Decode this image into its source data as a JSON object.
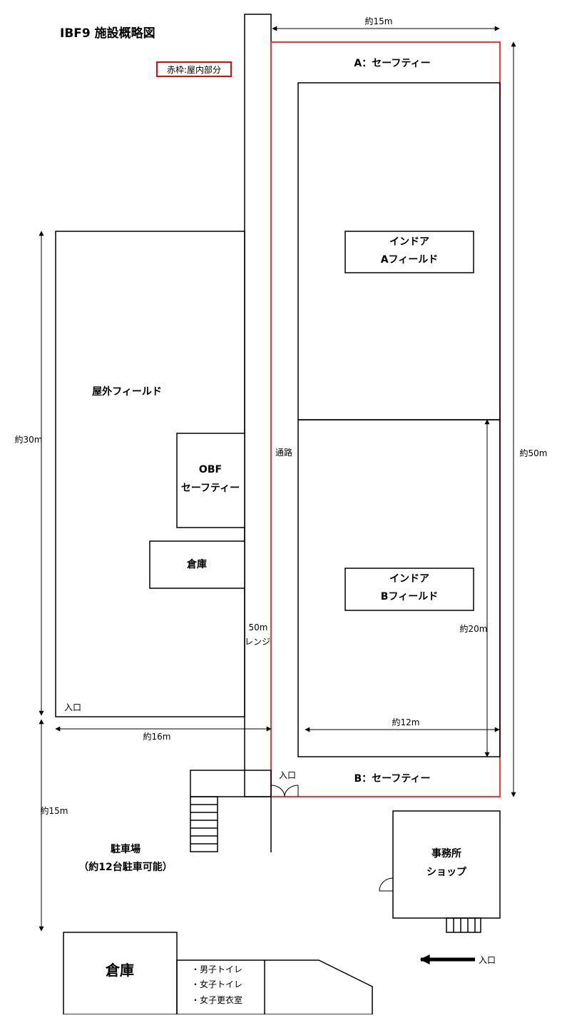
{
  "title": "IBF9 施設概略図",
  "legend": {
    "label": "赤枠:屋内部分",
    "color": "#ff0000"
  },
  "colors": {
    "line": "#000000",
    "indoor": "#ff3333"
  },
  "areas": {
    "safety_a": "A：セーフティー",
    "indoor_a": [
      "インドア",
      "Aフィールド"
    ],
    "indoor_b": [
      "インドア",
      "Bフィールド"
    ],
    "safety_b": "B：セーフティー",
    "outdoor_field": "屋外フィールド",
    "obf_safety": [
      "OBF",
      "セーフティー"
    ],
    "storage_outdoor": "倉庫",
    "corridor": "通路",
    "range": [
      "50m",
      "レンジ"
    ],
    "parking": [
      "駐車場",
      "（約12台駐車可能）"
    ],
    "office": [
      "事務所",
      "ショップ"
    ],
    "storage_bottom": "倉庫",
    "facilities": [
      "・男子トイレ",
      "・女子トイレ",
      "・女子更衣室"
    ]
  },
  "entrances": {
    "outdoor": "入口",
    "indoor": "入口",
    "site": "入口"
  },
  "dimensions": {
    "indoor_width": "約15m",
    "indoor_length": "約50m",
    "outdoor_length": "約30m",
    "outdoor_width": "約16m",
    "field_b_length": "約20m",
    "field_b_width": "約12m",
    "parking_length": "約15m"
  }
}
